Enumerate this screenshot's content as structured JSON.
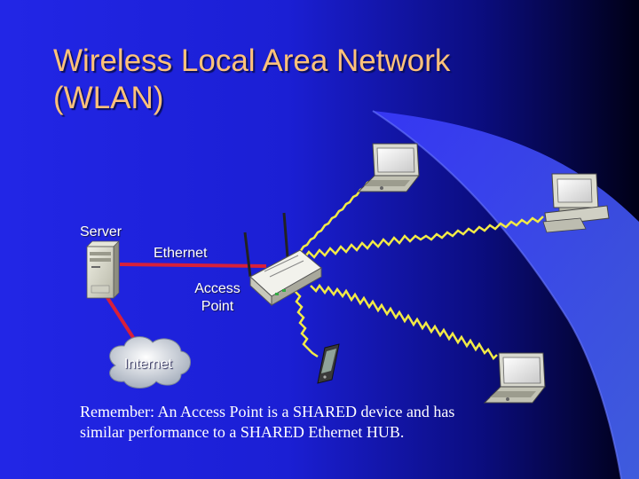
{
  "slide": {
    "title_line1": "Wireless Local Area Network",
    "title_line2": "(WLAN)",
    "labels": {
      "server": "Server",
      "ethernet": "Ethernet",
      "access_point_line1": "Access",
      "access_point_line2": "Point",
      "internet": "Internet"
    },
    "note_line1": "Remember: An Access Point is a SHARED device and  has",
    "note_line2": "similar performance to a SHARED Ethernet HUB."
  },
  "colors": {
    "background_blue": "#1e22e0",
    "background_dark": "#000018",
    "title": "#ffc27a",
    "wired_link": "#d8203a",
    "wireless_link": "#f2ea46",
    "text": "#ffffff"
  },
  "icons": [
    "server-icon",
    "access-point-icon",
    "cloud-icon",
    "laptop-icon",
    "desktop-computer-icon",
    "pda-icon"
  ]
}
